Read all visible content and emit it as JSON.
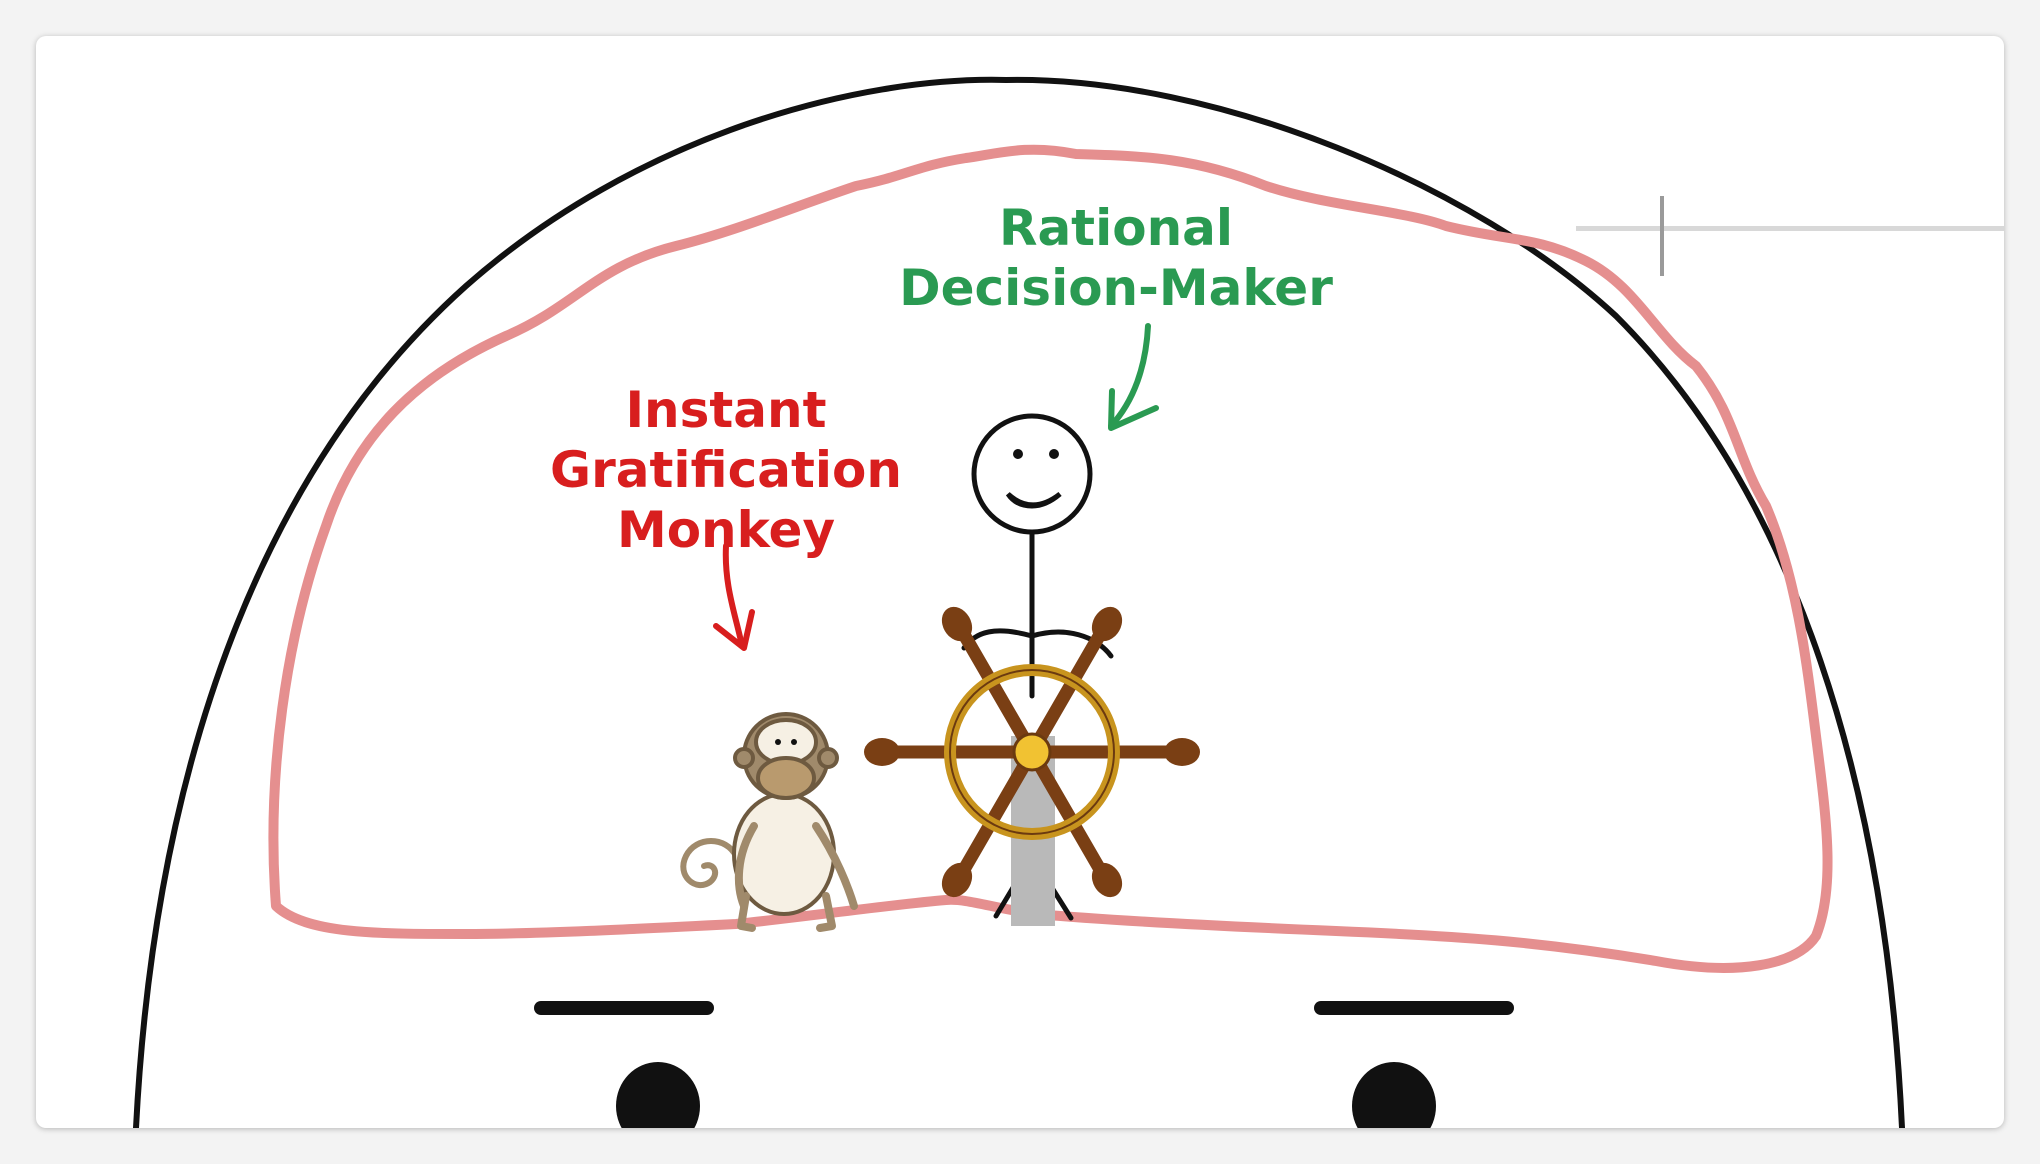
{
  "labels": {
    "rational_decision_maker": {
      "line1": "Rational",
      "line2": "Decision-Maker",
      "color": "#2a9a52"
    },
    "instant_gratification_monkey": {
      "line1": "Instant",
      "line2": "Gratification",
      "line3": "Monkey",
      "color": "#d81e1e"
    }
  },
  "colors": {
    "brain_outline": "#e58f8f",
    "head_outline": "#111111",
    "wheel_wood": "#7a3f14",
    "wheel_rim": "#c8941e",
    "wheel_hub": "#f1c232",
    "monkey_fur": "#a08a6b",
    "pedestal": "#b9b9b9"
  }
}
